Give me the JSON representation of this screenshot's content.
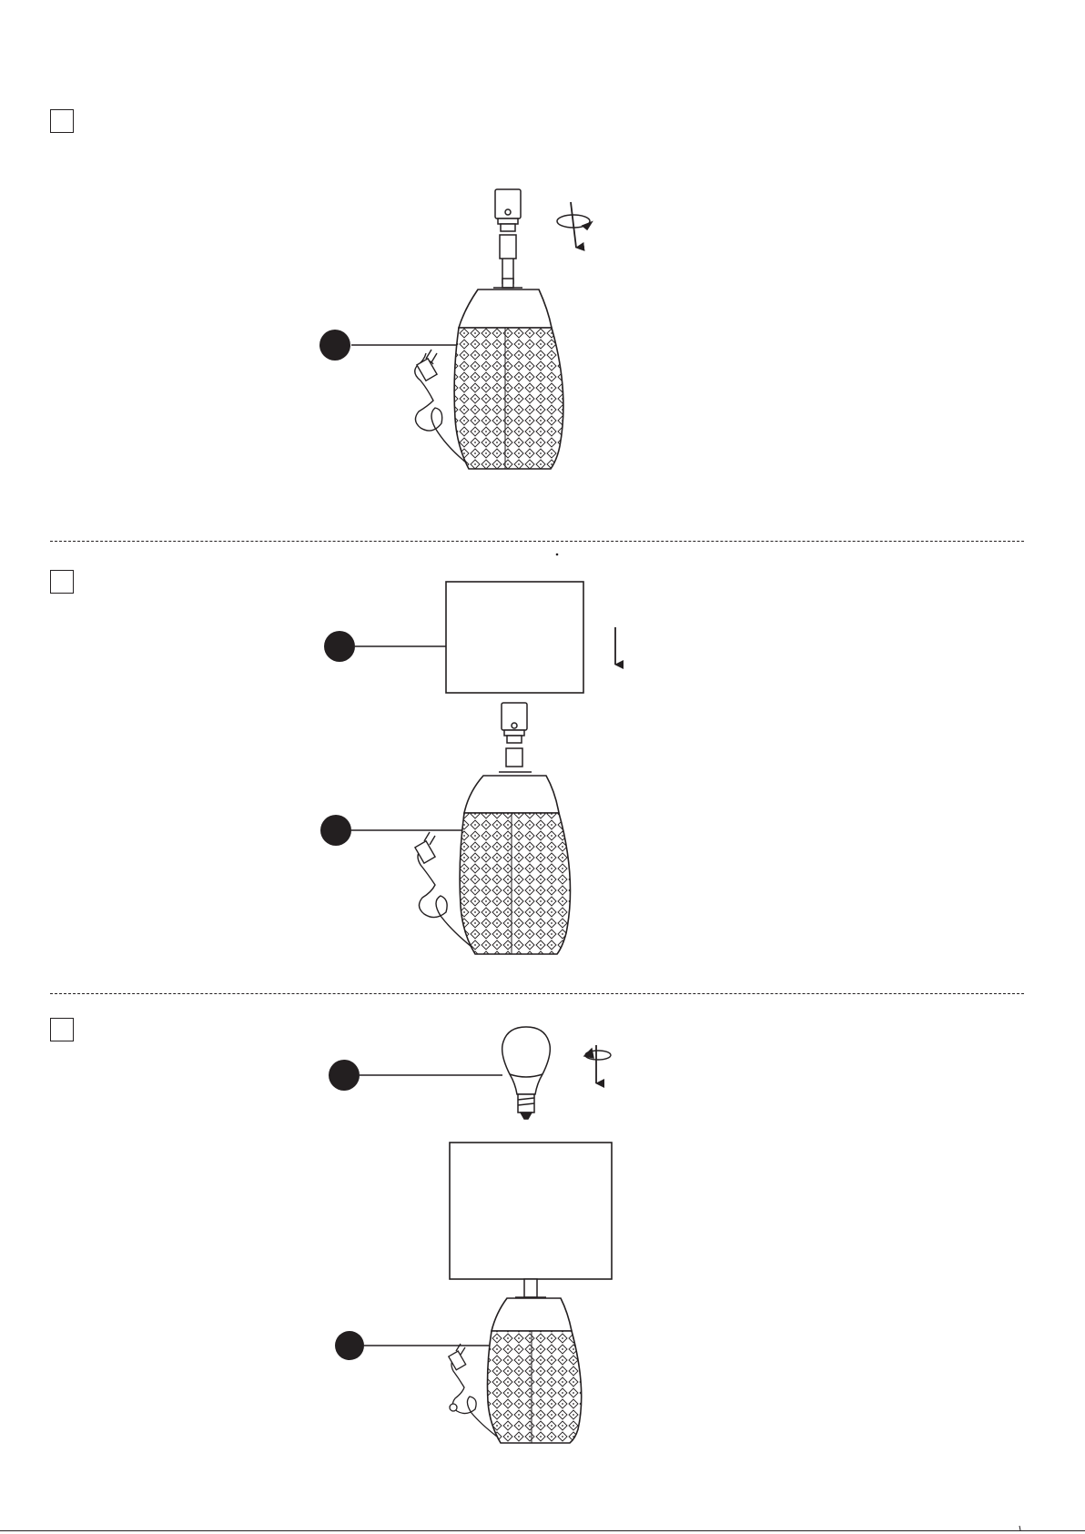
{
  "page": {
    "background": "#ffffff",
    "ink": "#231f20"
  },
  "steps": [
    {
      "id": "step-1",
      "parts": [
        "lamp-base"
      ],
      "action": "screw-downward",
      "icons": [
        "rotate-arrow-icon",
        "down-arrow-icon"
      ]
    },
    {
      "id": "step-2",
      "parts": [
        "lamp-shade",
        "lamp-base"
      ],
      "action": "place-downward",
      "icons": [
        "down-arrow-icon"
      ]
    },
    {
      "id": "step-3",
      "parts": [
        "light-bulb",
        "lamp-base-with-shade"
      ],
      "action": "screw-downward",
      "icons": [
        "rotate-arrow-icon",
        "down-arrow-icon"
      ]
    }
  ]
}
